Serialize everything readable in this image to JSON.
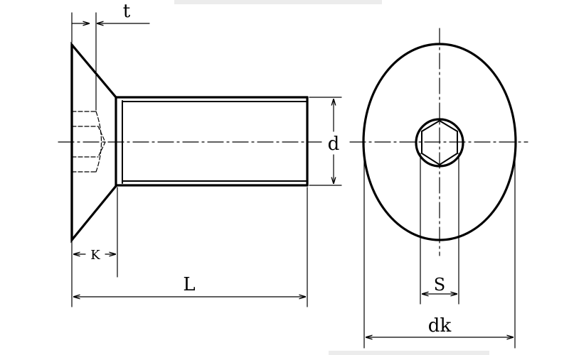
{
  "diagram": {
    "labels": {
      "t": "t",
      "k": "K",
      "l": "L",
      "d": "d",
      "s": "S",
      "dk": "dk"
    }
  }
}
